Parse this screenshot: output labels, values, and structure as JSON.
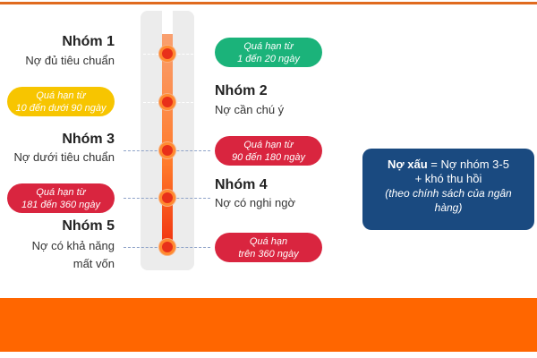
{
  "colors": {
    "accent": "#ff6600",
    "green": "#1bb37a",
    "yellow": "#f7c500",
    "red": "#d9253f",
    "note_bg": "#1a4a80"
  },
  "groups": [
    {
      "title": "Nhóm 1",
      "desc": [
        "Nợ đủ tiêu chuẩn"
      ],
      "overdue": [
        "Quá hạn từ",
        "1 đến 20 ngày"
      ]
    },
    {
      "title": "Nhóm 2",
      "desc": [
        "Nợ cần chú ý"
      ],
      "overdue": [
        "Quá hạn từ",
        "10 đến dưới 90 ngày"
      ]
    },
    {
      "title": "Nhóm 3",
      "desc": [
        "Nợ dưới tiêu chuẩn"
      ],
      "overdue": [
        "Quá hạn từ",
        "90 đến 180 ngày"
      ]
    },
    {
      "title": "Nhóm 4",
      "desc": [
        "Nợ có nghi ngờ"
      ],
      "overdue": [
        "Quá hạn từ",
        "181 đến 360 ngày"
      ]
    },
    {
      "title": "Nhóm 5",
      "desc": [
        "Nợ có khả năng",
        "mất vốn"
      ],
      "overdue": [
        "Quá hạn",
        "trên 360 ngày"
      ]
    }
  ],
  "note": {
    "bold": "Nợ xấu",
    "formula": " = Nợ nhóm 3-5",
    "line2": "+ khó thu hồi",
    "line3": "(theo chính sách của ngân hàng)"
  }
}
